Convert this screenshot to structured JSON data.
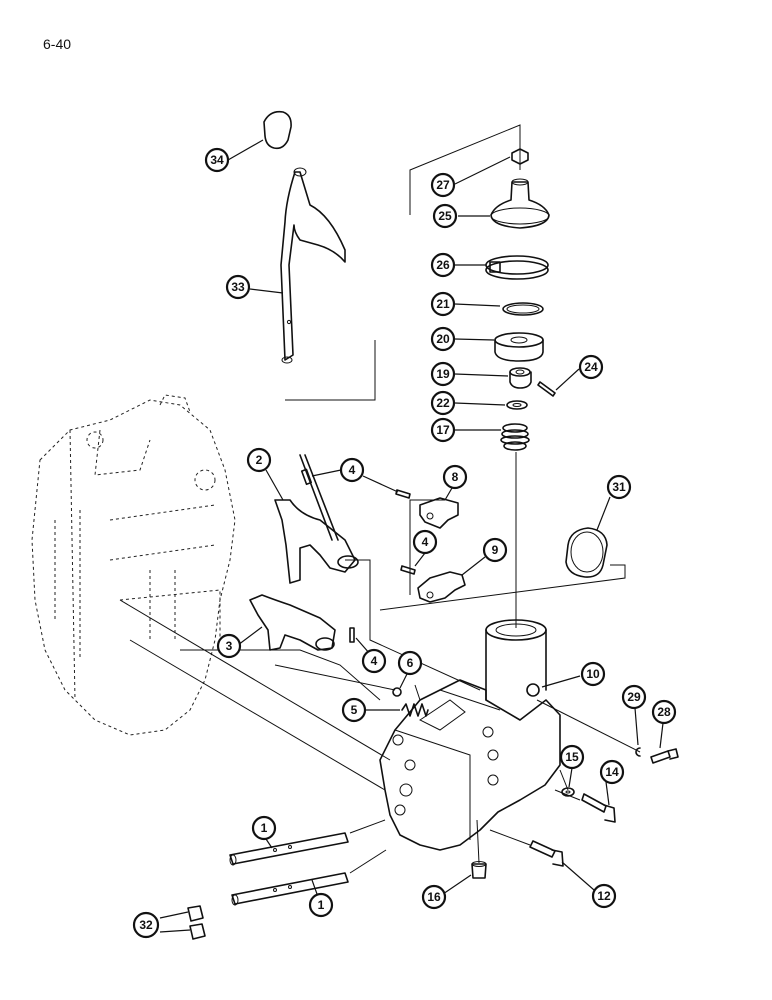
{
  "page_number": "6-40",
  "callouts": [
    {
      "id": "34",
      "label": "34"
    },
    {
      "id": "33",
      "label": "33"
    },
    {
      "id": "27",
      "label": "27"
    },
    {
      "id": "25",
      "label": "25"
    },
    {
      "id": "26",
      "label": "26"
    },
    {
      "id": "21",
      "label": "21"
    },
    {
      "id": "20",
      "label": "20"
    },
    {
      "id": "19",
      "label": "19"
    },
    {
      "id": "24",
      "label": "24"
    },
    {
      "id": "22",
      "label": "22"
    },
    {
      "id": "17",
      "label": "17"
    },
    {
      "id": "2",
      "label": "2"
    },
    {
      "id": "4a",
      "label": "4"
    },
    {
      "id": "8",
      "label": "8"
    },
    {
      "id": "4b",
      "label": "4"
    },
    {
      "id": "9",
      "label": "9"
    },
    {
      "id": "31",
      "label": "31"
    },
    {
      "id": "3",
      "label": "3"
    },
    {
      "id": "4c",
      "label": "4"
    },
    {
      "id": "6",
      "label": "6"
    },
    {
      "id": "10",
      "label": "10"
    },
    {
      "id": "5",
      "label": "5"
    },
    {
      "id": "29",
      "label": "29"
    },
    {
      "id": "28",
      "label": "28"
    },
    {
      "id": "15",
      "label": "15"
    },
    {
      "id": "14",
      "label": "14"
    },
    {
      "id": "1a",
      "label": "1"
    },
    {
      "id": "1b",
      "label": "1"
    },
    {
      "id": "32",
      "label": "32"
    },
    {
      "id": "16",
      "label": "16"
    },
    {
      "id": "12",
      "label": "12"
    }
  ]
}
